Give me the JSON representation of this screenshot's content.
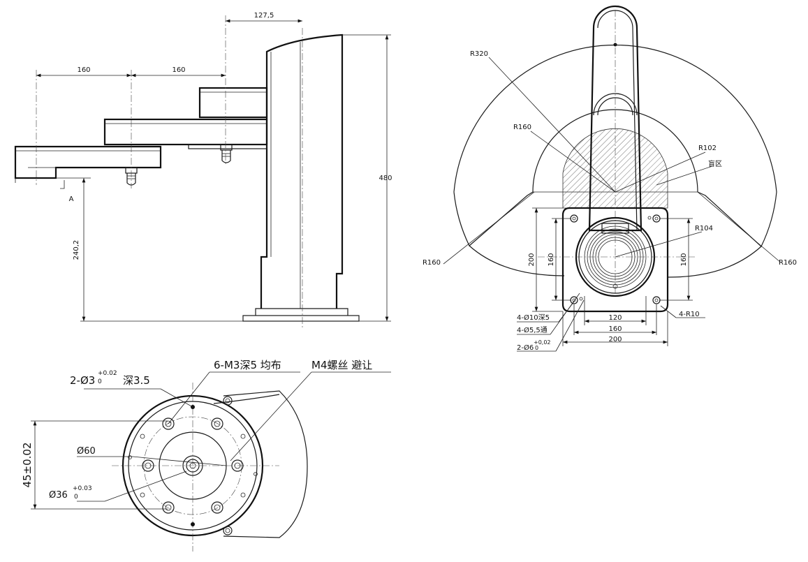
{
  "side_view": {
    "dim_top": "127,5",
    "dim_arm1": "160",
    "dim_arm2": "160",
    "dim_height": "480",
    "dim_base": "240,2",
    "view_label": "A"
  },
  "top_view": {
    "r320": "R320",
    "r160_upper": "R160",
    "r102": "R102",
    "blind_zone": "盲区",
    "r104": "R104",
    "r160_left": "R160",
    "r160_right": "R160",
    "dim_200_v": "200",
    "dim_160_vl": "160",
    "dim_160_vr": "160",
    "dim_120": "120",
    "dim_160_h": "160",
    "dim_200_h": "200",
    "hole_a": "4-Ø10深5",
    "hole_b": "4-Ø5,5通",
    "hole_c_main": "2-Ø6",
    "hole_c_tol_up": "+0,02",
    "hole_c_tol_low": "0",
    "corner_r": "4-R10"
  },
  "flange_view": {
    "pin_main": "2-Ø3",
    "pin_tol_up": "+0.02",
    "pin_tol_low": "0",
    "pin_depth": "深3.5",
    "thread_holes": "6-M3深5 均布",
    "m4_note": "M4螺丝  避让",
    "dia_60": "Ø60",
    "dia_36_main": "Ø36",
    "dia_36_tol_up": "+0.03",
    "dia_36_tol_low": "0",
    "dim_45": "45±0.02"
  }
}
